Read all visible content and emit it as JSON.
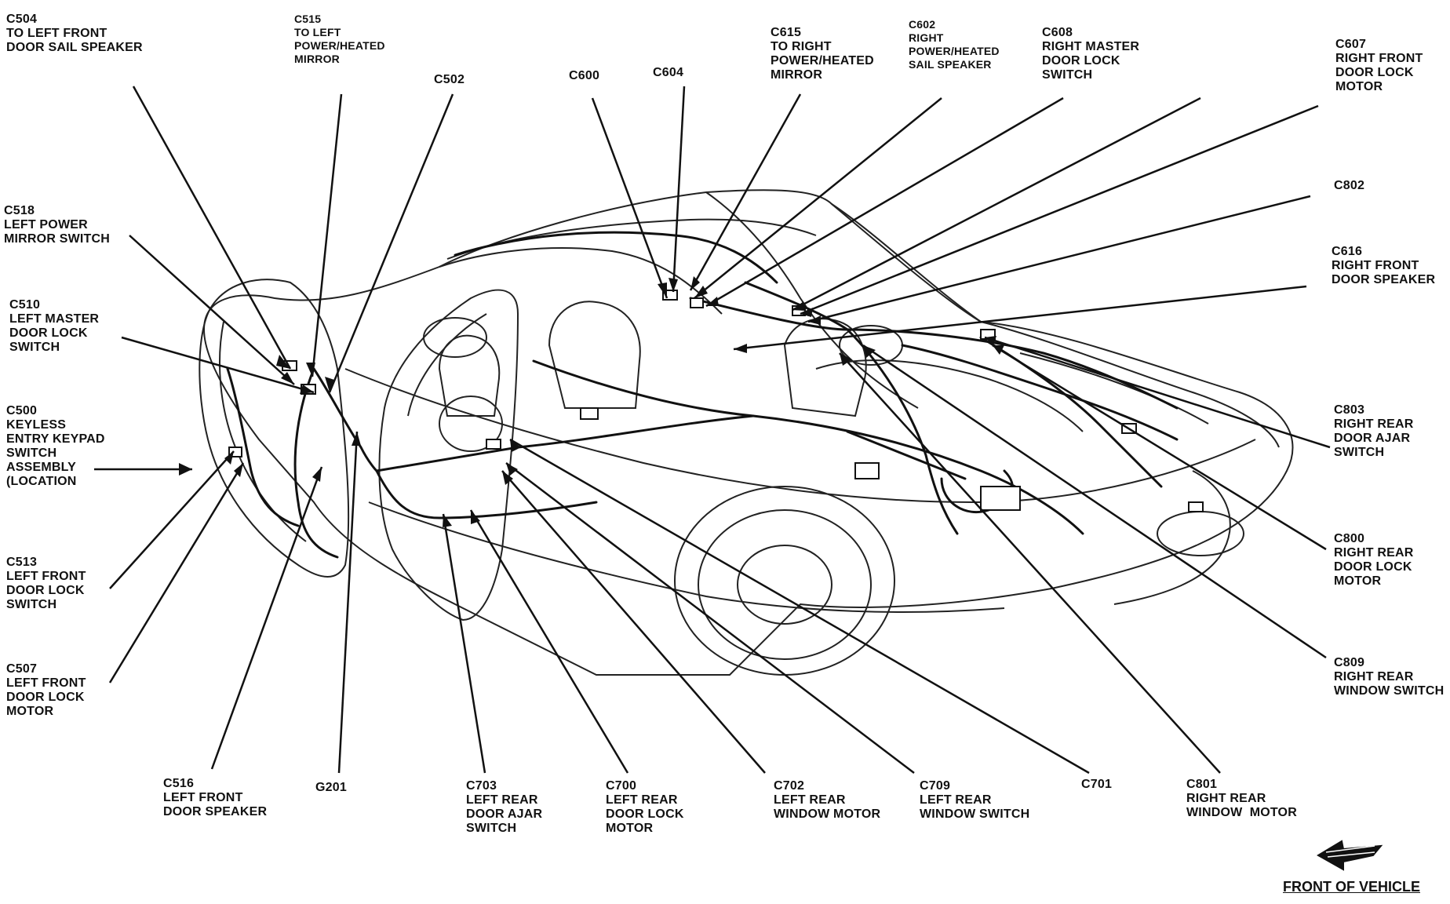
{
  "callouts": [
    {
      "id": "c504",
      "lines": [
        "C504",
        "TO LEFT FRONT",
        "DOOR SAIL SPEAKER"
      ]
    },
    {
      "id": "c515",
      "lines": [
        "C515",
        "TO LEFT",
        "POWER/HEATED",
        "MIRROR"
      ]
    },
    {
      "id": "c502",
      "lines": [
        "C502"
      ]
    },
    {
      "id": "c600",
      "lines": [
        "C600"
      ]
    },
    {
      "id": "c604",
      "lines": [
        "C604"
      ]
    },
    {
      "id": "c615",
      "lines": [
        "C615",
        "TO RIGHT",
        "POWER/HEATED",
        "MIRROR"
      ]
    },
    {
      "id": "c602",
      "lines": [
        "C602",
        "RIGHT",
        "POWER/HEATED",
        "SAIL SPEAKER"
      ]
    },
    {
      "id": "c608",
      "lines": [
        "C608",
        "RIGHT MASTER",
        "DOOR LOCK",
        "SWITCH"
      ]
    },
    {
      "id": "c607",
      "lines": [
        "C607",
        "RIGHT FRONT",
        "DOOR LOCK",
        "MOTOR"
      ]
    },
    {
      "id": "c802",
      "lines": [
        "C802"
      ]
    },
    {
      "id": "c616",
      "lines": [
        "C616",
        "RIGHT FRONT",
        "DOOR SPEAKER"
      ]
    },
    {
      "id": "c518",
      "lines": [
        "C518",
        "LEFT POWER",
        "MIRROR SWITCH"
      ]
    },
    {
      "id": "c510",
      "lines": [
        "C510",
        "LEFT MASTER",
        "DOOR LOCK",
        "SWITCH"
      ]
    },
    {
      "id": "c500",
      "lines": [
        "C500",
        "KEYLESS",
        "ENTRY KEYPAD",
        "SWITCH",
        "ASSEMBLY",
        "(LOCATION"
      ]
    },
    {
      "id": "c513",
      "lines": [
        "C513",
        "LEFT FRONT",
        "DOOR LOCK",
        "SWITCH"
      ]
    },
    {
      "id": "c507",
      "lines": [
        "C507",
        "LEFT FRONT",
        "DOOR LOCK",
        "MOTOR"
      ]
    },
    {
      "id": "c516",
      "lines": [
        "C516",
        "LEFT FRONT",
        "DOOR SPEAKER"
      ]
    },
    {
      "id": "g201",
      "lines": [
        "G201"
      ]
    },
    {
      "id": "c703",
      "lines": [
        "C703",
        "LEFT REAR",
        "DOOR AJAR",
        "SWITCH"
      ]
    },
    {
      "id": "c700",
      "lines": [
        "C700",
        "LEFT REAR",
        "DOOR LOCK",
        "MOTOR"
      ]
    },
    {
      "id": "c702",
      "lines": [
        "C702",
        "LEFT REAR",
        "WINDOW MOTOR"
      ]
    },
    {
      "id": "c709",
      "lines": [
        "C709",
        "LEFT REAR",
        "WINDOW SWITCH"
      ]
    },
    {
      "id": "c701",
      "lines": [
        "C701"
      ]
    },
    {
      "id": "c801",
      "lines": [
        "C801",
        "RIGHT REAR",
        "WINDOW  MOTOR"
      ]
    },
    {
      "id": "c803",
      "lines": [
        "C803",
        "RIGHT REAR",
        "DOOR AJAR",
        "SWITCH"
      ]
    },
    {
      "id": "c800",
      "lines": [
        "C800",
        "RIGHT REAR",
        "DOOR LOCK",
        "MOTOR"
      ]
    },
    {
      "id": "c809",
      "lines": [
        "C809",
        "RIGHT REAR",
        "WINDOW SWITCH"
      ]
    }
  ],
  "front_of_vehicle": "FRONT OF VEHICLE",
  "front_arrow_icon": "front-direction-arrow-icon",
  "line_color": "#111111"
}
